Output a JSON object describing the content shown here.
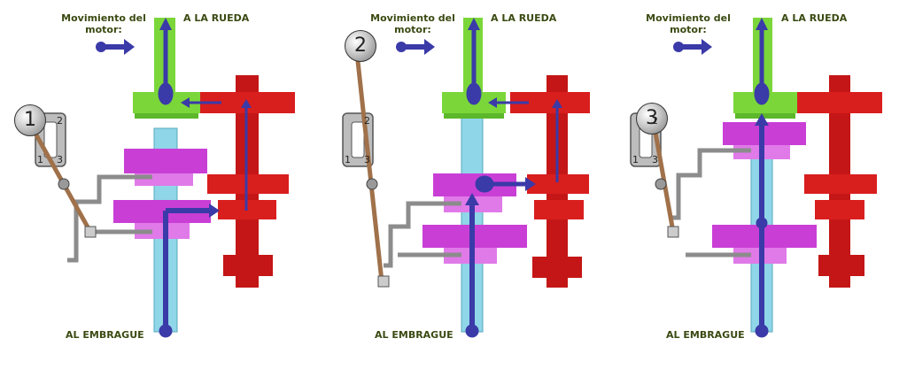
{
  "panels": [
    {
      "motor_label": "Movimiento del motor:",
      "wheel_label": "A LA RUEDA",
      "clutch_label": "AL EMBRAGUE",
      "gear_number": "1",
      "gate_labels": [
        "1",
        "2",
        "3"
      ]
    },
    {
      "motor_label": "Movimiento del motor:",
      "wheel_label": "A LA RUEDA",
      "clutch_label": "AL EMBRAGUE",
      "gear_number": "2",
      "gate_labels": [
        "1",
        "2",
        "3"
      ]
    },
    {
      "motor_label": "Movimiento del motor:",
      "wheel_label": "A LA RUEDA",
      "clutch_label": "AL EMBRAGUE",
      "gear_number": "3",
      "gate_labels": [
        "1",
        "2",
        "3"
      ]
    }
  ],
  "colors": {
    "output_shaft": "#7bd63a",
    "input_shaft": "#8fd6e8",
    "countershaft": "#d91e1e",
    "sliding_gear": "#c93fd6",
    "selector": "#8c8c8c",
    "power_flow": "#3a3aa8",
    "lever": "#a0714a",
    "label_text": "#3a4a12"
  },
  "icons": [
    "motor-direction-arrow",
    "power-flow-arrow",
    "gear-knob",
    "shift-gate"
  ]
}
